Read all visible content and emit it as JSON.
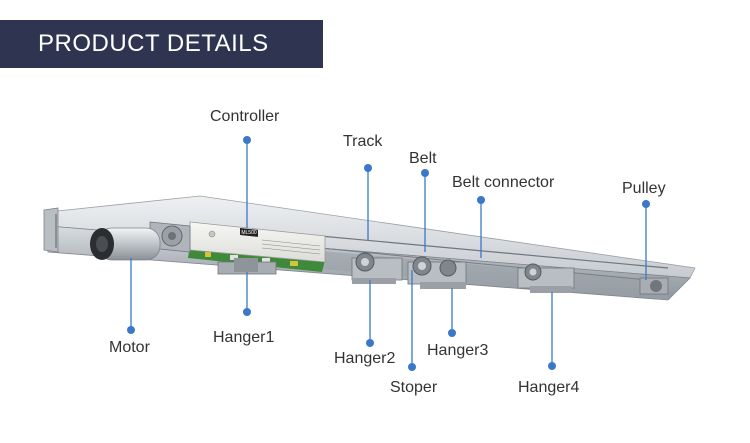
{
  "banner": {
    "title": "PRODUCT DETAILS",
    "color": "#2f3550"
  },
  "colors": {
    "dot": "#3a78c8",
    "leader": "#3a78c8",
    "label": "#333333"
  },
  "labels": {
    "controller": "Controller",
    "track": "Track",
    "belt": "Belt",
    "belt_connector": "Belt connector",
    "pulley": "Pulley",
    "motor": "Motor",
    "hanger1": "Hanger1",
    "hanger2": "Hanger2",
    "hanger3": "Hanger3",
    "stoper": "Stoper",
    "hanger4": "Hanger4"
  },
  "controller_badge": "ML500"
}
